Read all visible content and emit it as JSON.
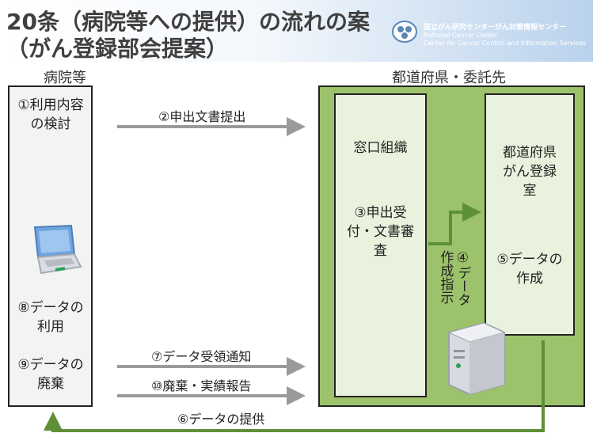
{
  "title_line1": "20条（病院等への提供）の流れの案",
  "title_line2": "（がん登録部会提案）",
  "logo": {
    "jp": "国立がん研究センターがん対策情報センター",
    "en1": "National Cancer Center",
    "en2": "Center for Cancer Control and Information Services"
  },
  "hospital": {
    "heading": "病院等",
    "step1": "①利用内容\nの検討",
    "step8": "⑧データの\n利用",
    "step9": "⑨データの\n廃棄"
  },
  "prefecture": {
    "heading": "都道府県・委託先",
    "window_org": "窓口組織",
    "step3": "③申出受\n付・文書審\n査",
    "registry": "都道府県\nがん登録\n室",
    "step5": "⑤データの\n作成",
    "step4_a": "④データ",
    "step4_b": "作成指示"
  },
  "arrows": {
    "step2": "②申出文書提出",
    "step7": "⑦データ受領通知",
    "step10": "⑩廃棄・実績報告",
    "step6": "⑥データの提供"
  },
  "colors": {
    "green_bg": "#9cc26b",
    "green_panel": "#e9f2dd",
    "green_arrow": "#5e8f39",
    "gray_arrow": "#9a9a9a",
    "hospital_bg": "#f3f3f3"
  }
}
